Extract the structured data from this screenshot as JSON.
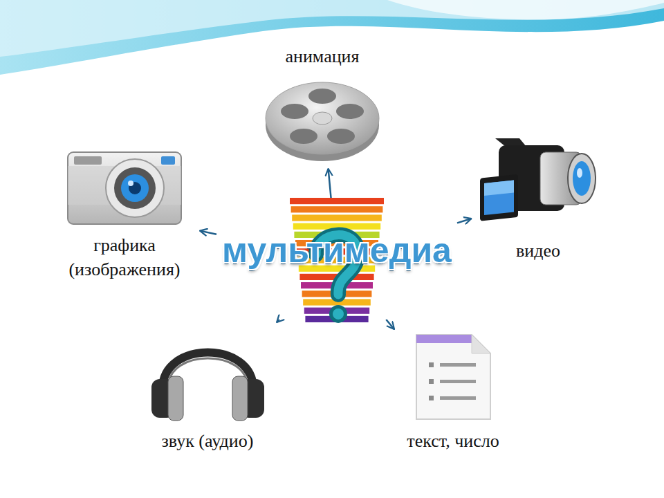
{
  "diagram": {
    "nodes": [
      {
        "text": [
          "анимация"
        ]
      },
      {
        "text": [
          "графика (изображения)"
        ]
      },
      {
        "text": [
          "мультимедиа"
        ]
      },
      {
        "text": [
          "видео"
        ]
      },
      {
        "text": [
          "звук (аудио)"
        ]
      },
      {
        "text": [
          "текст, число"
        ]
      }
    ],
    "edges": [
      {
        "from": 2,
        "to": 0,
        "arrow": "to"
      },
      {
        "from": 2,
        "to": 1,
        "arrow": "to"
      },
      {
        "from": 2,
        "to": 3,
        "arrow": "to"
      },
      {
        "from": 2,
        "to": 4,
        "arrow": "to"
      },
      {
        "from": 2,
        "to": 5,
        "arrow": "to"
      }
    ]
  }
}
